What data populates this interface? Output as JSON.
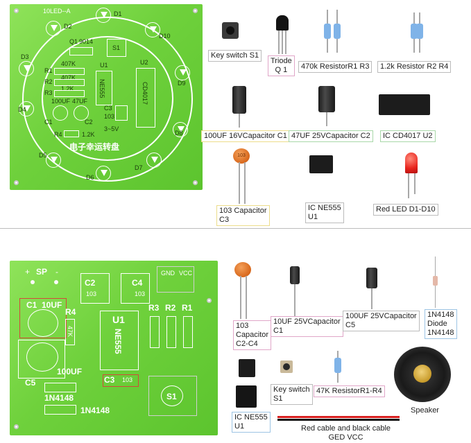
{
  "top_pcb": {
    "board_id": "10LED--A",
    "led_labels": [
      "D1",
      "D2",
      "D3",
      "D4",
      "D5",
      "D6",
      "D7",
      "D8",
      "D9",
      "D10"
    ],
    "q1_label": "Q1",
    "q1_model": "9014",
    "s1_label": "S1",
    "u1_label": "U1",
    "u1_chip": "NE555",
    "u2_label": "U2",
    "u2_chip": "CD4017",
    "r1_label": "R1",
    "r2_label": "R2",
    "r3_label": "R3",
    "r4_label": "R4",
    "r_value_407k_a": "407K",
    "r_value_407k_b": "407K",
    "r_value_12k_a": "1.2K",
    "r_value_12k_b": "1.2K",
    "c1_label": "C1",
    "c2_label": "C2",
    "c3_label": "C3",
    "c1_value": "100UF",
    "c2_value": "47UF",
    "c3_value": "103",
    "voltage": "3~5V",
    "title_cn": "电子幸运转盘"
  },
  "top_parts": {
    "key_switch": "Key switch S1",
    "triode": [
      "Triode",
      "Q 1"
    ],
    "res_470k": "470k ResistorR1 R3",
    "res_12k": "1.2k Resistor R2 R4",
    "cap_100uf": "100UF 16VCapacitor  C1",
    "cap_47uf": "47UF 25VCapacitor  C2",
    "ic_cd4017": "IC CD4017  U2",
    "cap_103": [
      "103 Capacitor",
      "C3"
    ],
    "ic_ne555": [
      "IC NE555",
      "U1"
    ],
    "red_led": "Red LED   D1-D10",
    "ceramic_code": "103"
  },
  "bottom_pcb": {
    "sp_label": "SP",
    "plus": "+",
    "minus": "-",
    "gnd": "GND",
    "vcc": "VCC",
    "c1": "C1",
    "c1_value": "10UF",
    "c2": "C2",
    "c2_value": "103",
    "c3": "C3",
    "c3_value": "103",
    "c4": "C4",
    "c4_value": "103",
    "c5": "C5",
    "c5_value": "100UF",
    "r1": "R1",
    "r2": "R2",
    "r3": "R3",
    "r4": "R4",
    "r_value": "47K",
    "u1": "U1",
    "u1_chip": "NE555",
    "diode_a": "1N4148",
    "diode_b": "1N4148",
    "s1": "S1"
  },
  "bottom_parts": {
    "cap_103": [
      "103",
      "Capacitor",
      "C2-C4"
    ],
    "cap_10uf": [
      "10UF 25VCapacitor",
      "C1"
    ],
    "cap_100uf": [
      "100UF 25VCapacitor",
      "C5"
    ],
    "diode": [
      "1N4148",
      "Diode",
      "1N4148"
    ],
    "ic_ne555": [
      "IC NE555",
      "U1"
    ],
    "key_switch": [
      "Key switch",
      "S1"
    ],
    "res_47k": "47K ResistorR1-R4",
    "speaker": "Speaker",
    "cable": [
      "Red cable and black cable",
      "GED  VCC"
    ]
  },
  "colors": {
    "pcb_green": "#6fd13c",
    "silkscreen": "#ffffff",
    "divider": "#bdbdbd",
    "led_red": "#e8231c",
    "ceramic_orange": "#d8681c",
    "resistor_blue": "#7fb3e8"
  }
}
